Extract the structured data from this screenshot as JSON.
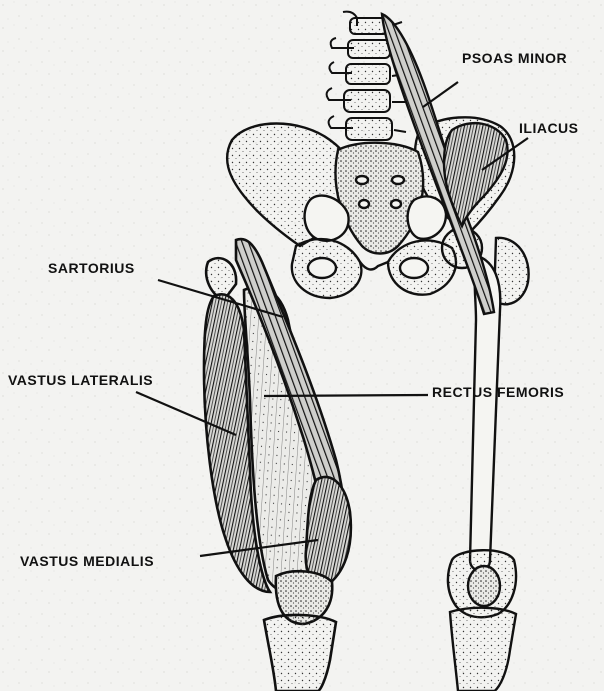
{
  "labels": {
    "psoas_minor": "PSOAS MINOR",
    "iliacus": "ILIACUS",
    "sartorius": "SARTORIUS",
    "vastus_lateralis": "VASTUS LATERALIS",
    "rectus_femoris": "RECTUS FEMORIS",
    "vastus_medialis": "VASTUS MEDIALIS"
  },
  "colors": {
    "background": "#f3f3f1",
    "ink": "#111111",
    "bone": "#f5f5f2"
  }
}
